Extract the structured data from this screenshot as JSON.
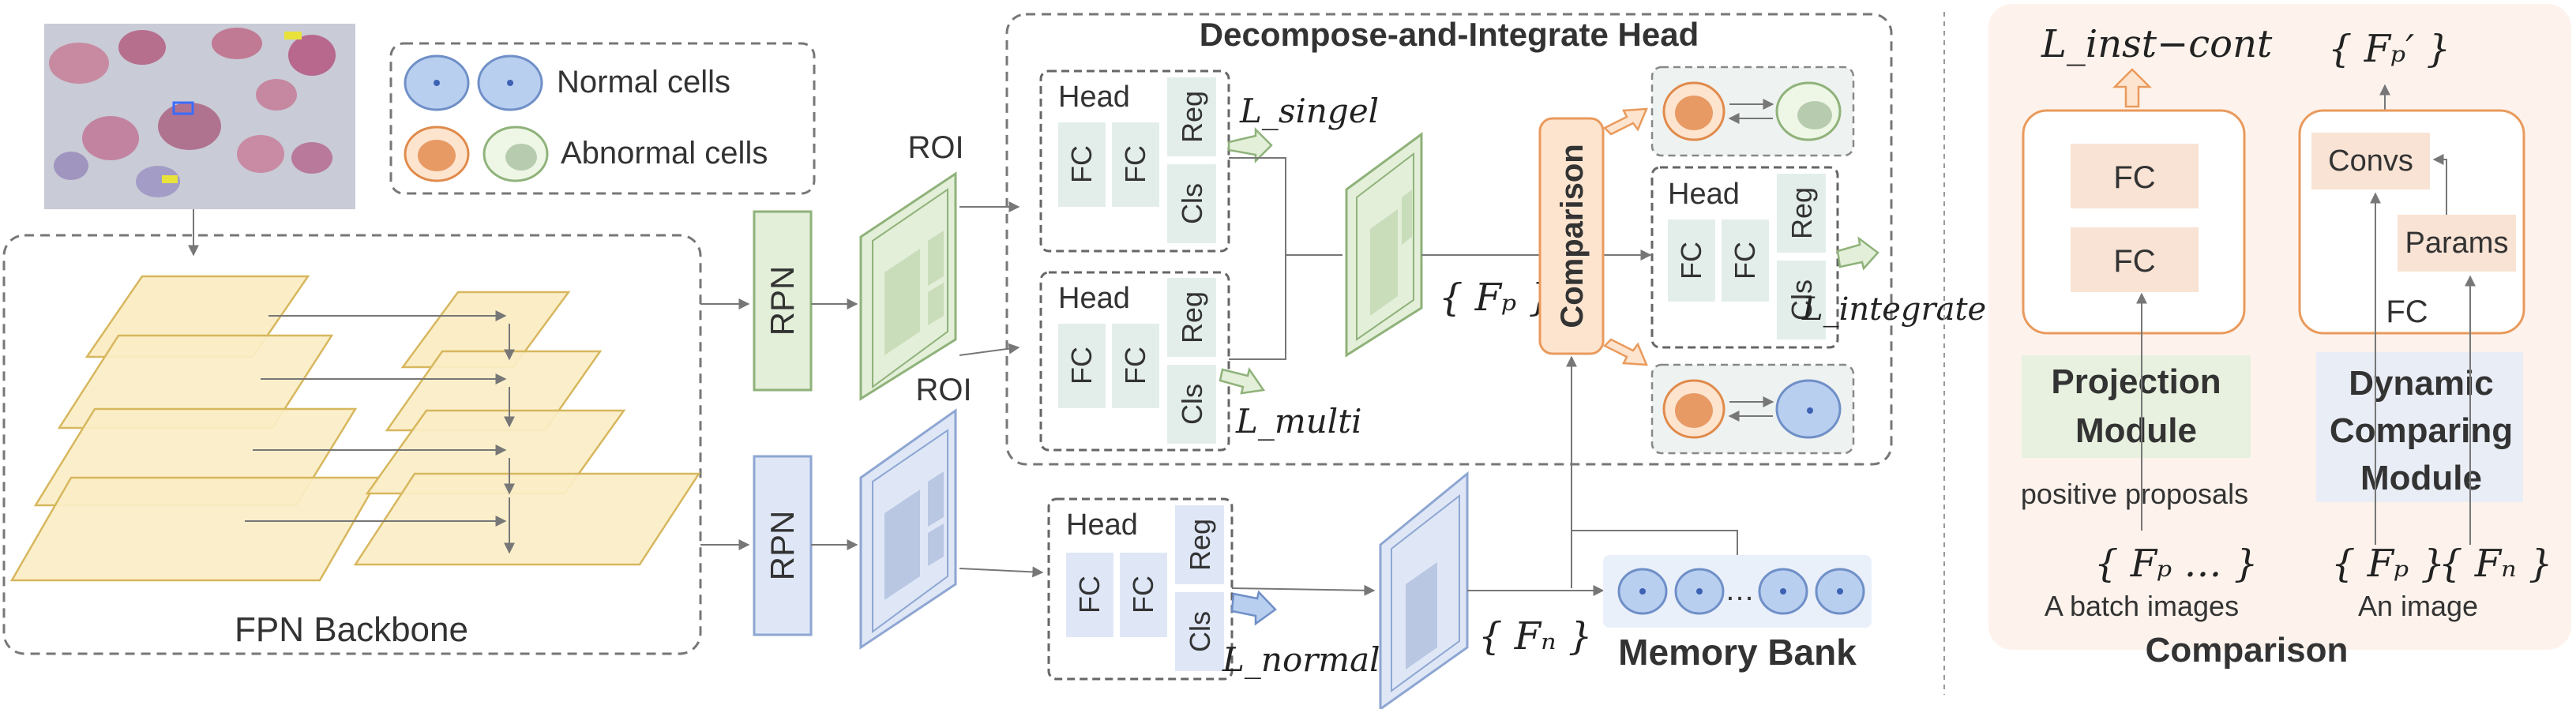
{
  "legend": {
    "normal": "Normal cells",
    "abnormal": "Abnormal cells"
  },
  "backbone": {
    "label": "FPN Backbone"
  },
  "rpn": {
    "top": "RPN",
    "bottom": "RPN"
  },
  "roi": {
    "top": "ROI",
    "bottom": "ROI"
  },
  "di_head": {
    "title": "Decompose-and-Integrate Head",
    "head_label": "Head",
    "fc": "FC",
    "reg": "Reg",
    "cls": "Cls",
    "comparison": "Comparison",
    "fp": "{ Fₚ }"
  },
  "losses": {
    "single": "L_singel",
    "multi": "L_multi",
    "integrate": "L_integrate",
    "normal": "L_normal",
    "inst_cont": "L_inst−cont"
  },
  "normal_branch": {
    "head_label": "Head",
    "fc": "FC",
    "reg": "Reg",
    "cls": "Cls",
    "fn": "{ Fₙ }"
  },
  "memory_bank": {
    "label": "Memory Bank",
    "dots": "…"
  },
  "comparison_panel": {
    "title": "Comparison",
    "fp_prime": "{ Fₚ′ }",
    "fc": "FC",
    "convs": "Convs",
    "params": "Params",
    "projection": [
      "Projection",
      "Module"
    ],
    "dynamic": [
      "Dynamic",
      "Comparing",
      "Module"
    ],
    "positive": "positive proposals",
    "fp_batch": "{ Fₚ … }",
    "fp_single": "{ Fₚ }",
    "fn_single": "{ Fₙ }",
    "batch_caption": "A batch images",
    "image_caption": "An image"
  },
  "colors": {
    "normal_fill": "#b9cff0",
    "abnormal_fill": "#f3b98a",
    "abnormal_inner": "#e89a64",
    "green_fill": "#e3efd9",
    "green_border": "#8fb27a",
    "blue_fill": "#dfe7f7",
    "blue_border": "#8ea6d2",
    "orange_border": "#e99a5c",
    "yellow_fill": "#fbeec7",
    "yellow_border": "#d7b75e",
    "grey_box": "#e3eeea"
  }
}
